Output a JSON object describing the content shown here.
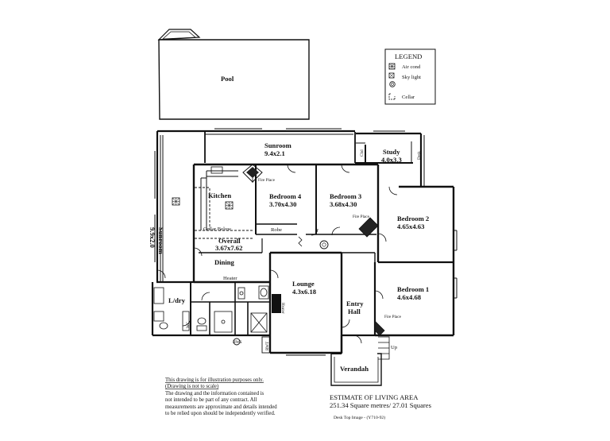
{
  "pool": {
    "label": "Pool"
  },
  "legend": {
    "title": "LEGEND",
    "items": [
      {
        "label": "Air cond",
        "icon": "air-cond-icon"
      },
      {
        "label": "Sky light",
        "icon": "sky-light-icon"
      },
      {
        "label": "Cellar",
        "icon": "cellar-icon"
      }
    ]
  },
  "rooms": {
    "sunroom_top": {
      "name": "Sunroom",
      "dims": "9.4x2.1"
    },
    "study": {
      "name": "Study",
      "dims": "4.0x3.3"
    },
    "kitchen": {
      "name": "Kitchen"
    },
    "bedroom4": {
      "name": "Bedroom 4",
      "dims": "3.70x4.30"
    },
    "bedroom3": {
      "name": "Bedroom 3",
      "dims": "3.68x4.30"
    },
    "bedroom2": {
      "name": "Bedroom 2",
      "dims": "4.65x4.63"
    },
    "sunroom_left": {
      "name": "Sunroom",
      "dims": "9.9x2.0"
    },
    "overall": {
      "name": "Overall",
      "dims": "3.67x7.62"
    },
    "dining": {
      "name": "Dining"
    },
    "lounge": {
      "name": "Lounge",
      "dims": "4.3x6.18"
    },
    "bedroom1": {
      "name": "Bedroom 1",
      "dims": "4.6x4.68"
    },
    "ldry": {
      "name": "L/dry"
    },
    "entry_hall": {
      "name": "Entry",
      "name2": "Hall"
    },
    "verandah": {
      "name": "Verandah"
    }
  },
  "fixtures": {
    "cbd": "Cbd",
    "desk": "Desk",
    "fire_place_top": "Fire Place",
    "fire_place_b3": "Fire Place",
    "fire_place_b1": "Fire Place",
    "cellar_below": "Cellar Below",
    "robe": "Robe",
    "heater_dining": "Heater",
    "heater_lounge": "Heater",
    "wc": "WC",
    "rwt": "RWT",
    "hws": "HWS",
    "up": "Up"
  },
  "disclaimer": {
    "line1": "This drawing is for illustration purposes only.",
    "line2": "(Drawing is not to scale)",
    "line3": "The drawing and the information contained is",
    "line4": "not intended to be part of any contract.  All",
    "line5": "measurements are approximate and details intended",
    "line6": "to be relied upon should be independently verified."
  },
  "estimate": {
    "title": "ESTIMATE OF LIVING AREA",
    "value": "251.34 Square metres/  27.01 Squares"
  },
  "footer": {
    "text": "Desk Top Image - (Y710-92)"
  }
}
